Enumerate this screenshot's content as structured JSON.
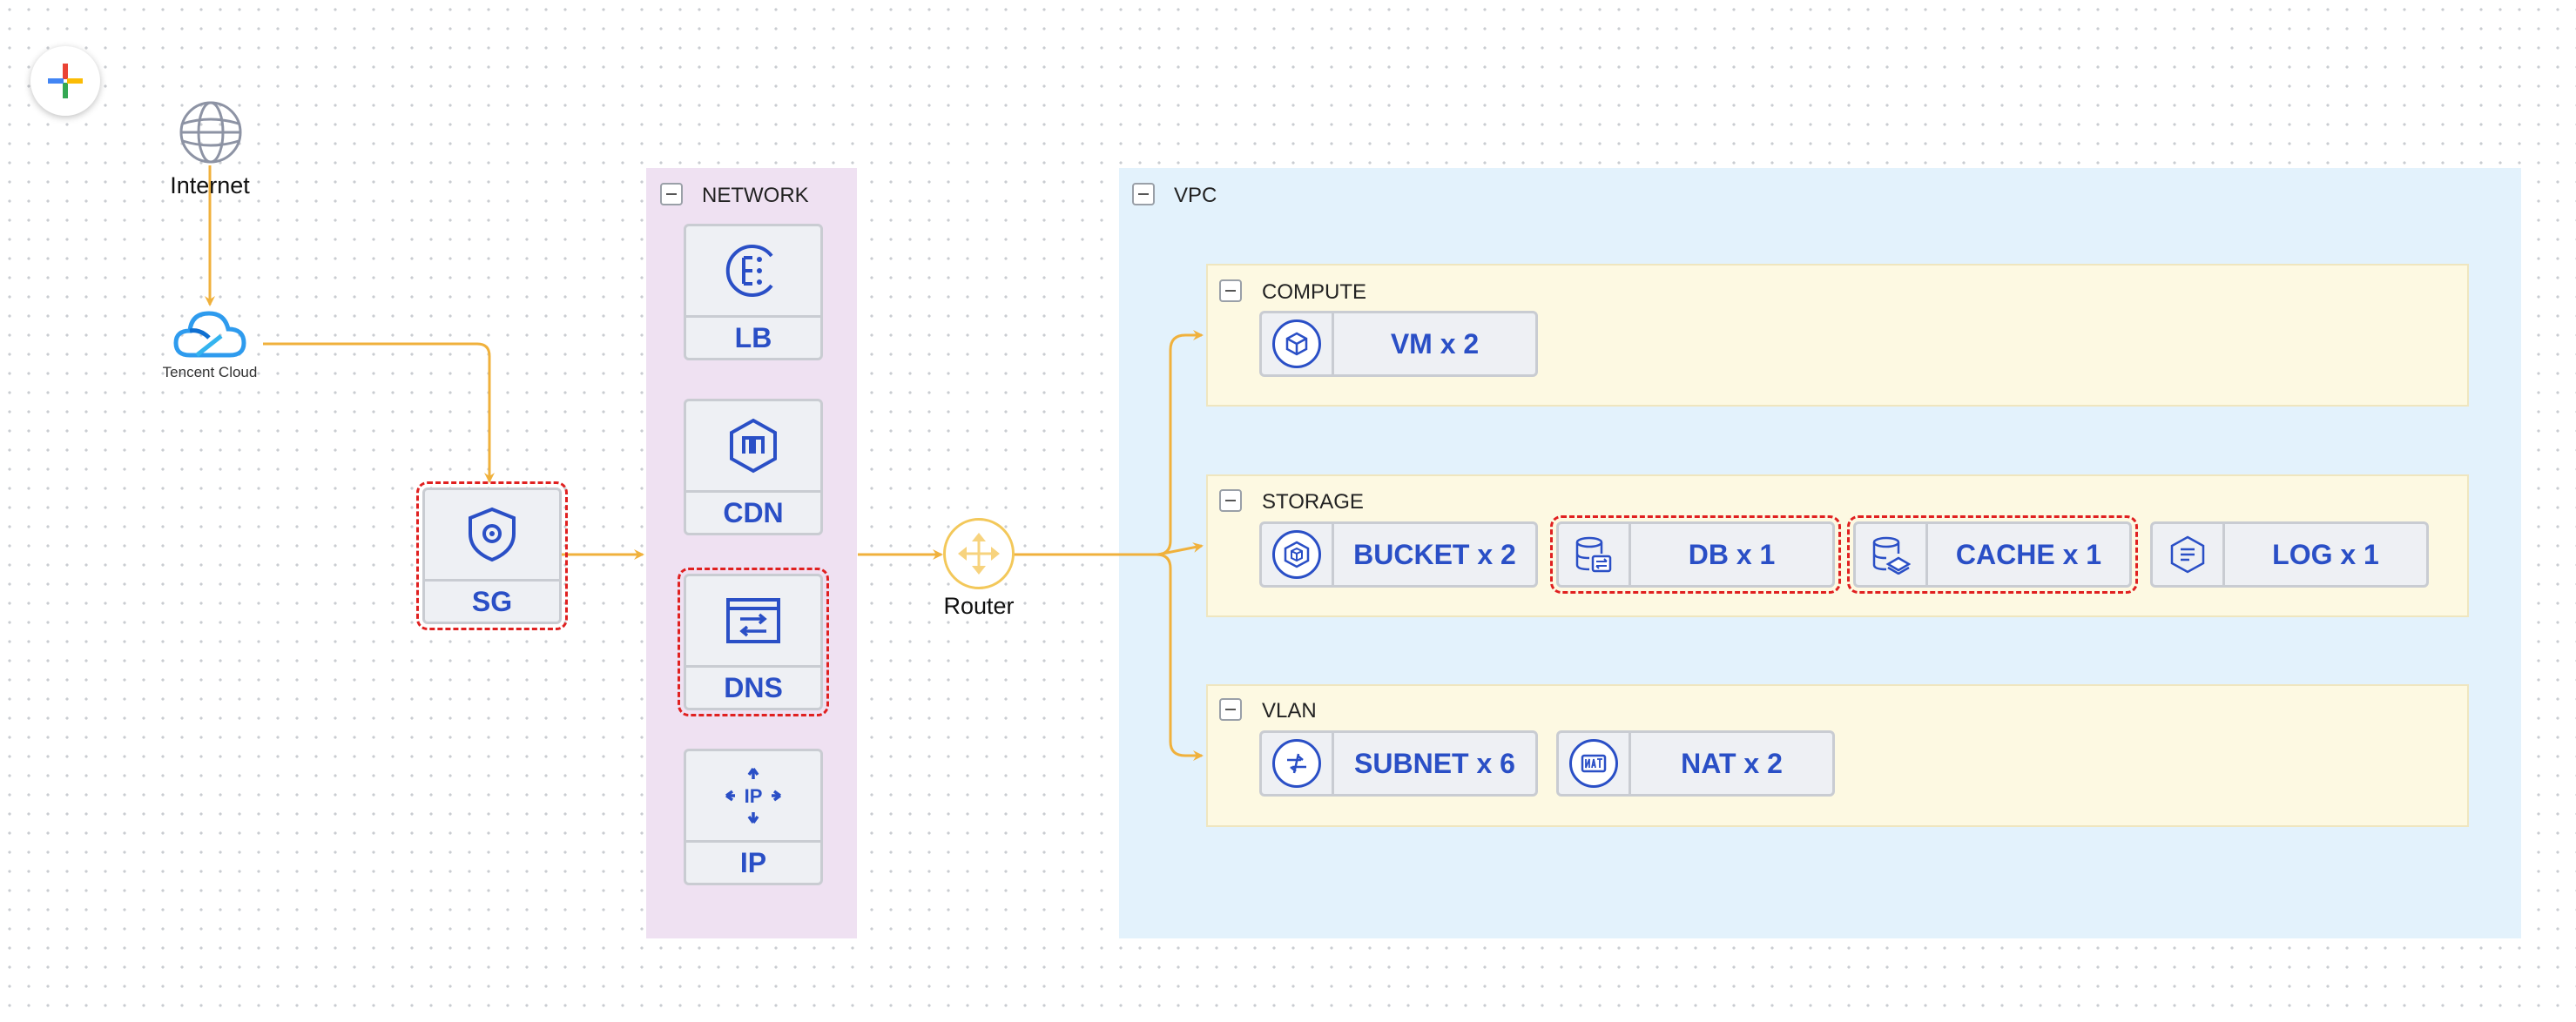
{
  "colors": {
    "accent": "#2a4fc6",
    "edge": "#f0b13c",
    "highlight": "#e02020",
    "network_bg": "#efe1f2",
    "vpc_bg": "#e3f2fc",
    "sub_bg": "#fdf9e2"
  },
  "toolbar": {
    "add_icon": "plus-icon"
  },
  "nodes": {
    "internet": {
      "label": "Internet",
      "icon": "globe-icon"
    },
    "cloud": {
      "label": "Tencent Cloud",
      "icon": "cloud-icon"
    },
    "sg": {
      "label": "SG",
      "icon": "shield-icon"
    },
    "router": {
      "label": "Router",
      "icon": "router-icon"
    }
  },
  "network": {
    "title": "NETWORK",
    "items": [
      {
        "label": "LB",
        "icon": "load-balancer-icon"
      },
      {
        "label": "CDN",
        "icon": "cdn-icon"
      },
      {
        "label": "DNS",
        "icon": "dns-icon",
        "highlight": true
      },
      {
        "label": "IP",
        "icon": "ip-icon"
      }
    ]
  },
  "vpc": {
    "title": "VPC",
    "compute": {
      "title": "COMPUTE",
      "items": [
        {
          "label": "VM x 2",
          "icon": "vm-icon"
        }
      ]
    },
    "storage": {
      "title": "STORAGE",
      "items": [
        {
          "label": "BUCKET x 2",
          "icon": "bucket-icon"
        },
        {
          "label": "DB x 1",
          "icon": "database-icon",
          "highlight": true
        },
        {
          "label": "CACHE x 1",
          "icon": "cache-icon",
          "highlight": true
        },
        {
          "label": "LOG x 1",
          "icon": "log-icon"
        }
      ]
    },
    "vlan": {
      "title": "VLAN",
      "items": [
        {
          "label": "SUBNET x 6",
          "icon": "subnet-icon"
        },
        {
          "label": "NAT x 2",
          "icon": "nat-icon"
        }
      ]
    }
  }
}
